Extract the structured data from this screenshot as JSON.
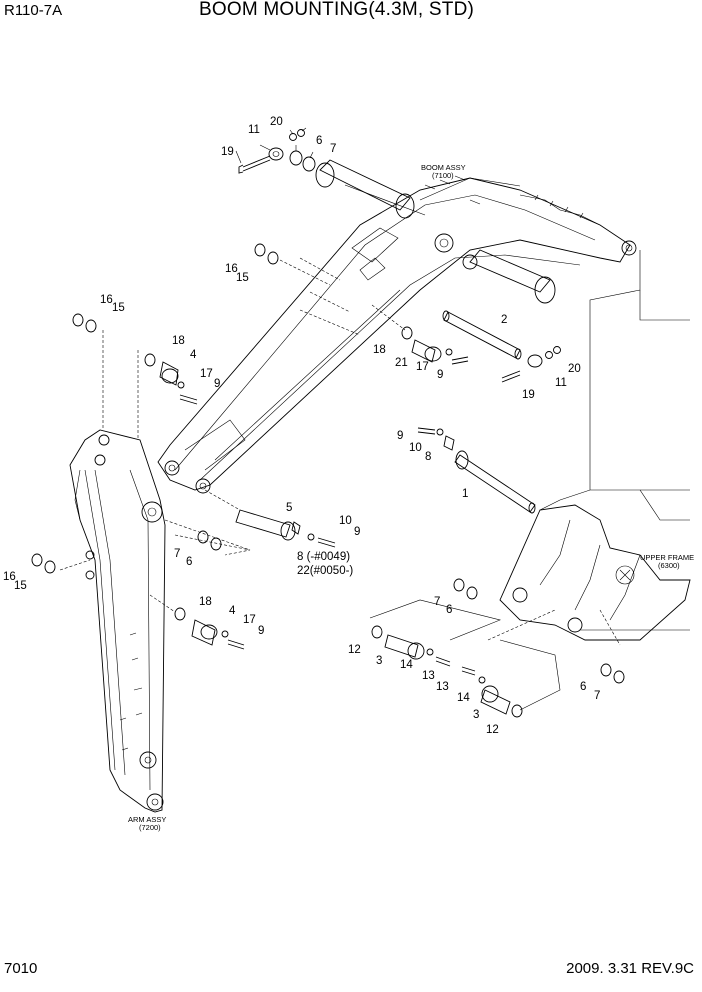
{
  "header": {
    "model": "R110-7A",
    "title": "BOOM MOUNTING(4.3M, STD)"
  },
  "footer": {
    "page": "7010",
    "revision": "2009. 3.31  REV.9C"
  },
  "assemblies": {
    "boom": {
      "name": "BOOM ASSY",
      "ref": "(7100)"
    },
    "arm": {
      "name": "ARM ASSY",
      "ref": "(7200)"
    },
    "upper_frame": {
      "name": "UPPER FRAME",
      "ref": "(6300)"
    }
  },
  "callouts": {
    "c20a": "20",
    "c11a": "11",
    "c19a": "19",
    "c6a": "6",
    "c7a": "7",
    "c16a": "16",
    "c15a": "15",
    "c16b": "16",
    "c15b": "15",
    "c18a": "18",
    "c4a": "4",
    "c17a": "17",
    "c9a": "9",
    "c2": "2",
    "c18b": "18",
    "c21": "21",
    "c17b": "17",
    "c9b": "9",
    "c20b": "20",
    "c11b": "11",
    "c19b": "19",
    "c9c": "9",
    "c10a": "10",
    "c8a": "8",
    "c1": "1",
    "c5": "5",
    "c10b": "10",
    "c9d": "9",
    "c8b": "8  (-#0049)",
    "c22": "22(#0050-)",
    "c7b": "7",
    "c6b": "6",
    "c16c": "16",
    "c15c": "15",
    "c18c": "18",
    "c4b": "4",
    "c17c": "17",
    "c9e": "9",
    "c7c": "7",
    "c6c": "6",
    "c12a": "12",
    "c3a": "3",
    "c14a": "14",
    "c13a": "13",
    "c13b": "13",
    "c14b": "14",
    "c3b": "3",
    "c12b": "12",
    "c6d": "6",
    "c7d": "7"
  }
}
